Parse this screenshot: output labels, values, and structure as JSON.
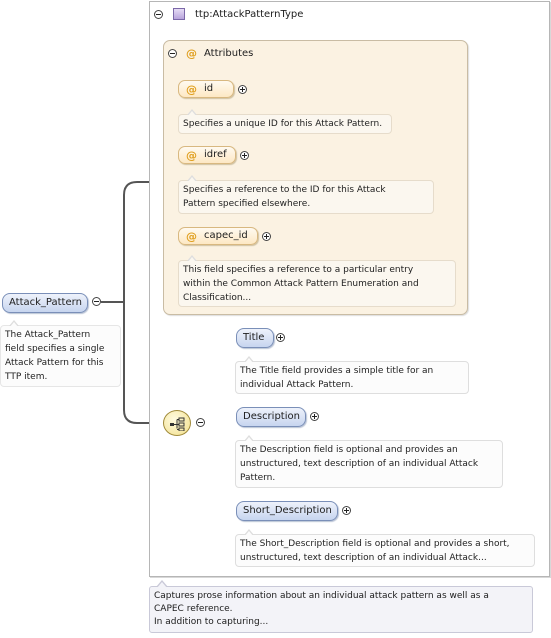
{
  "root": {
    "name": "Attack_Pattern",
    "description_lines": [
      "The Attack_Pattern",
      "field specifies a single",
      "Attack Pattern for this",
      "TTP item."
    ]
  },
  "type": {
    "name": "ttp:AttackPatternType",
    "description_lines": [
      "Captures prose information about an individual attack pattern as well as a",
      "CAPEC reference.",
      "In addition to capturing..."
    ]
  },
  "attributes": {
    "title": "Attributes",
    "items": [
      {
        "name": "id",
        "description_lines": [
          "Specifies a unique ID for this Attack Pattern."
        ]
      },
      {
        "name": "idref",
        "description_lines": [
          "Specifies a reference to the ID for this Attack",
          "Pattern specified elsewhere."
        ]
      },
      {
        "name": "capec_id",
        "description_lines": [
          "This field specifies a reference to a particular entry",
          "within the Common Attack Pattern Enumeration and",
          "Classification..."
        ]
      }
    ]
  },
  "elements": [
    {
      "name": "Title",
      "description_lines": [
        "The Title field provides a simple title for an",
        "individual Attack Pattern."
      ]
    },
    {
      "name": "Description",
      "description_lines": [
        "The Description field is optional and provides an",
        "unstructured, text description of an individual Attack",
        "Pattern."
      ]
    },
    {
      "name": "Short_Description",
      "description_lines": [
        "The Short_Description field is optional and provides a short,",
        "unstructured, text description of an individual Attack..."
      ]
    }
  ],
  "icons": {
    "expand": "plus-icon",
    "collapse": "minus-icon",
    "attribute": "at-sign-icon",
    "complex_type": "purple-square-icon",
    "sequence": "sequence-compositor-icon"
  },
  "colors": {
    "attribute_panel_bg": "#fbf2e2",
    "element_pill": "#c7d5ef",
    "attribute_pill": "#fde8c4",
    "type_icon": "#b8a4dc"
  }
}
